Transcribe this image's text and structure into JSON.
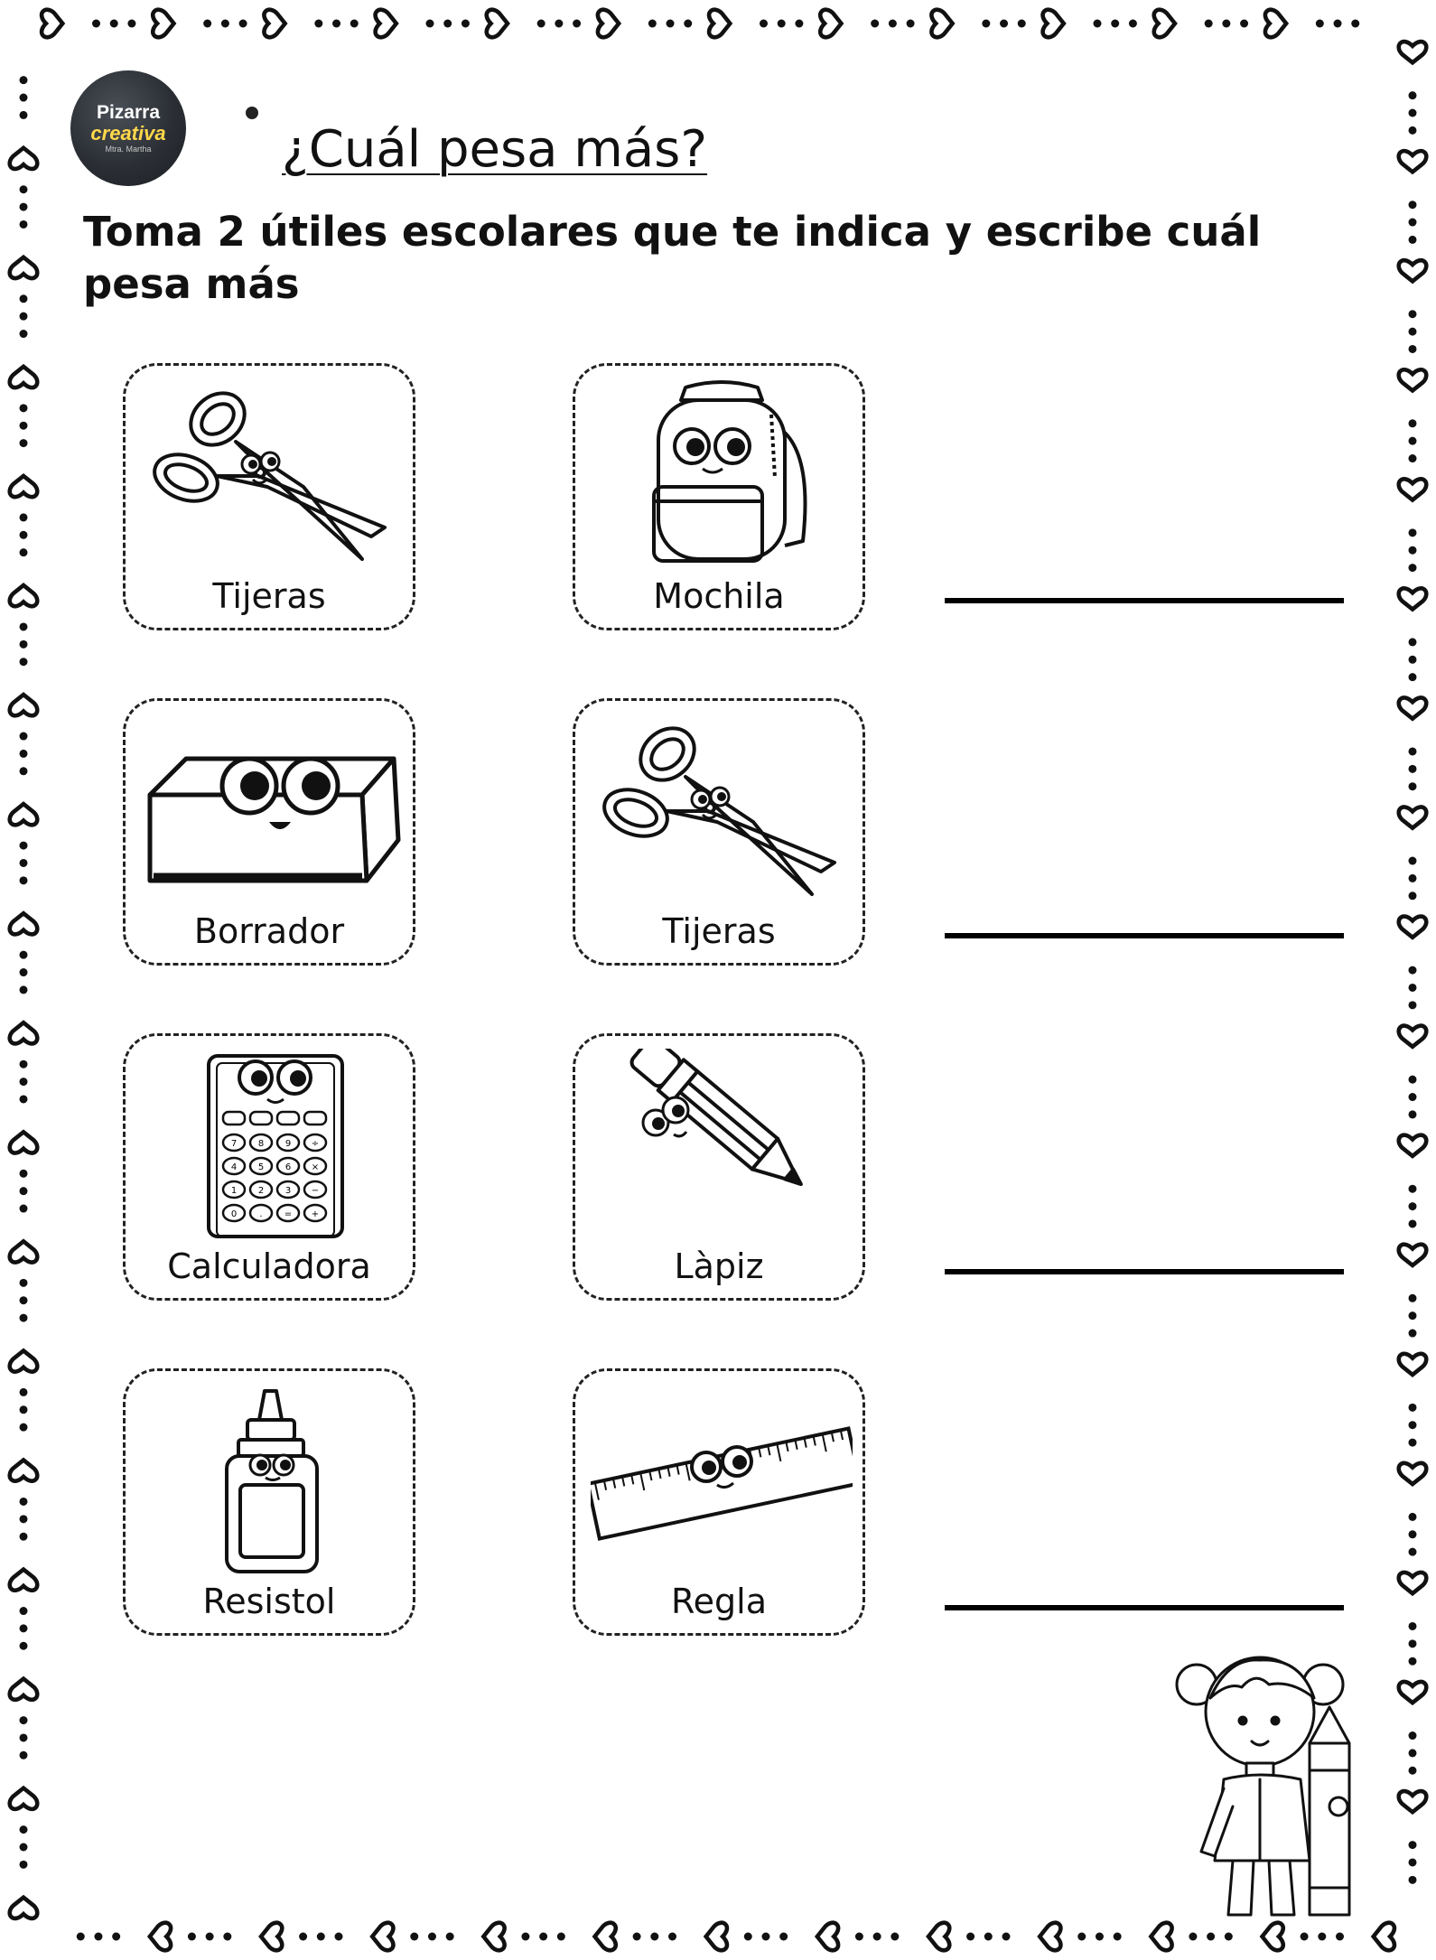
{
  "logo": {
    "line1": "Pizarra",
    "line2": "creativa",
    "line3": "Mtra. Martha"
  },
  "title": "¿Cuál pesa más?",
  "instructions": "Toma 2 útiles escolares que te indica y escribe cuál pesa más",
  "rows": [
    {
      "left": {
        "label": "Tijeras",
        "icon": "scissors-icon"
      },
      "right": {
        "label": "Mochila",
        "icon": "backpack-icon"
      }
    },
    {
      "left": {
        "label": "Borrador",
        "icon": "eraser-icon"
      },
      "right": {
        "label": "Tijeras",
        "icon": "scissors-icon"
      }
    },
    {
      "left": {
        "label": "Calculadora",
        "icon": "calculator-icon"
      },
      "right": {
        "label": "Làpiz",
        "icon": "pencil-icon"
      }
    },
    {
      "left": {
        "label": "Resistol",
        "icon": "glue-icon"
      },
      "right": {
        "label": "Regla",
        "icon": "ruler-icon"
      }
    }
  ],
  "calculator_keys": [
    "7",
    "8",
    "9",
    "÷",
    "4",
    "5",
    "6",
    "×",
    "1",
    "2",
    "3",
    "−",
    "0",
    ".",
    "=",
    "+"
  ],
  "decoration": {
    "border": "dots-and-hearts",
    "corner_image": "girl-with-crayon"
  }
}
